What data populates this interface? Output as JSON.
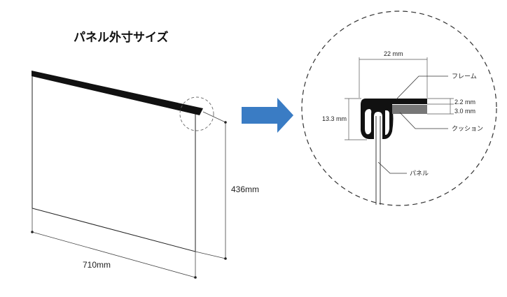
{
  "title": "パネル外寸サイズ",
  "panel": {
    "height_label": "436mm",
    "width_label": "710mm"
  },
  "detail": {
    "width_label": "22 mm",
    "height_label": "13.3 mm",
    "frame_thickness_label": "2.2 mm",
    "cushion_thickness_label": "3.0 mm",
    "frame_label": "フレーム",
    "cushion_label": "クッション",
    "panel_label": "パネル"
  },
  "colors": {
    "arrow": "#3a7cc4",
    "cushion": "#777777",
    "frame": "#111111"
  }
}
